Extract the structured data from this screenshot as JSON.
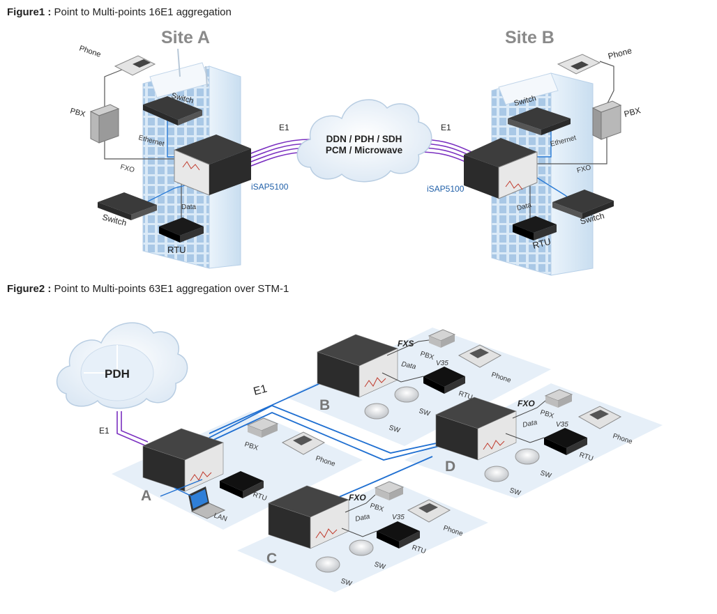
{
  "figure1": {
    "caption_bold": "Figure1 :",
    "caption_text": " Point to Multi-points 16E1 aggregation",
    "site_a": "Site A",
    "site_b": "Site B",
    "cloud_line1": "DDN / PDH / SDH",
    "cloud_line2": "PCM / Microwave",
    "e1_left": "E1",
    "e1_right": "E1",
    "device_left": "iSAP5100",
    "device_right": "iSAP5100",
    "a_labels": {
      "phone": "Phone",
      "pbx": "PBX",
      "switch_top": "Switch",
      "ethernet": "Ethernet",
      "fxo": "FXO",
      "switch_bottom": "Switch",
      "data": "Data",
      "rtu": "RTU"
    },
    "b_labels": {
      "phone": "Phone",
      "pbx": "PBX",
      "switch_top": "Switch",
      "ethernet": "Ethernet",
      "fxo": "FXO",
      "switch_bottom": "Switch",
      "data": "Data",
      "rtu": "RTU"
    }
  },
  "figure2": {
    "caption_bold": "Figure2 :",
    "caption_text": " Point to Multi-points 63E1 aggregation over STM-1",
    "cloud": "PDH",
    "e1_cloud": "E1",
    "e1_backbone": "E1",
    "zone_a": {
      "letter": "A",
      "pbx": "PBX",
      "phone": "Phone",
      "rtu": "RTU",
      "lan": "LAN"
    },
    "zone_b": {
      "letter": "B",
      "fx": "FXS",
      "pbx": "PBX",
      "phone": "Phone",
      "data": "Data",
      "v35": "V35",
      "rtu": "RTU",
      "sw1": "SW",
      "sw2": "SW"
    },
    "zone_c": {
      "letter": "C",
      "fx": "FXO",
      "pbx": "PBX",
      "phone": "Phone",
      "data": "Data",
      "v35": "V35",
      "rtu": "RTU",
      "sw1": "SW",
      "sw2": "SW"
    },
    "zone_d": {
      "letter": "D",
      "fx": "FXO",
      "pbx": "PBX",
      "phone": "Phone",
      "data": "Data",
      "v35": "V35",
      "rtu": "RTU",
      "sw1": "SW",
      "sw2": "SW"
    }
  }
}
